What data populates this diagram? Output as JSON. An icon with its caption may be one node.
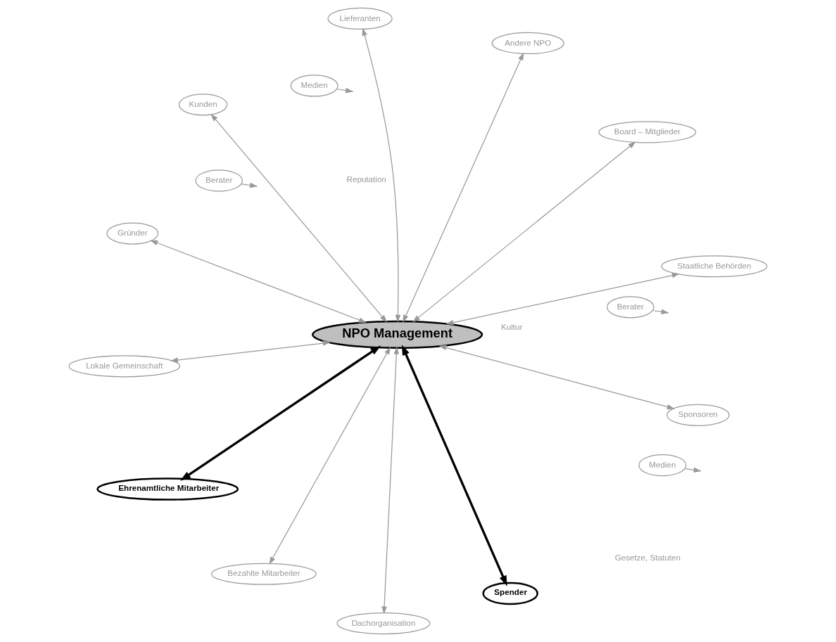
{
  "diagram": {
    "nodes": [
      {
        "text": [
          "NPO Management"
        ]
      },
      {
        "text": [
          "Berater"
        ]
      },
      {
        "text": [
          "Staatliche Behörden"
        ]
      },
      {
        "text": [
          "Medien"
        ]
      },
      {
        "text": [
          "Dachorganisation"
        ]
      },
      {
        "text": [
          "Lieferanten"
        ]
      },
      {
        "text": [
          "Andere NPO"
        ]
      },
      {
        "text": [
          "Kunden"
        ]
      },
      {
        "text": [
          "Lokale Gemeinschaft"
        ]
      },
      {
        "text": [
          "Sponsoren"
        ]
      },
      {
        "text": [
          "Ehrenamtliche Mitarbeiter"
        ]
      },
      {
        "text": [
          "Spender"
        ]
      },
      {
        "text": [
          "Bezahlte Mitarbeiter"
        ]
      },
      {
        "text": [
          "Gründer"
        ]
      },
      {
        "text": [
          "Medien"
        ]
      },
      {
        "text": [
          "Board – Mitglieder"
        ]
      },
      {
        "text": [
          "Berater"
        ]
      }
    ],
    "edges": [
      {
        "from": 1,
        "to": null,
        "arrow": "to"
      },
      {
        "from": 3,
        "to": null,
        "arrow": "to"
      },
      {
        "from": 4,
        "to": 0,
        "arrow": "both"
      },
      {
        "from": 2,
        "to": 0,
        "arrow": "both"
      },
      {
        "from": 5,
        "to": 0,
        "arrow": "both"
      },
      {
        "from": 6,
        "to": 0,
        "arrow": "both"
      },
      {
        "from": 7,
        "to": 0,
        "arrow": "both"
      },
      {
        "from": 8,
        "to": 0,
        "arrow": "both"
      },
      {
        "from": 9,
        "to": 0,
        "arrow": "both"
      },
      {
        "from": 10,
        "to": 0,
        "arrow": "both",
        "style": "thick",
        "color": "#000000"
      },
      {
        "from": 11,
        "to": 0,
        "arrow": "both",
        "style": "thick",
        "color": "#000000"
      },
      {
        "from": 12,
        "to": 0,
        "arrow": "both"
      },
      {
        "from": 13,
        "to": 0,
        "arrow": "both"
      },
      {
        "from": 15,
        "to": 0,
        "arrow": "both"
      },
      {
        "from": 14,
        "to": null,
        "arrow": "to"
      },
      {
        "from": 16,
        "to": null,
        "arrow": "to"
      }
    ],
    "labels": [
      "Kultur",
      "Reputation",
      "Gesetze, Statuten"
    ]
  }
}
